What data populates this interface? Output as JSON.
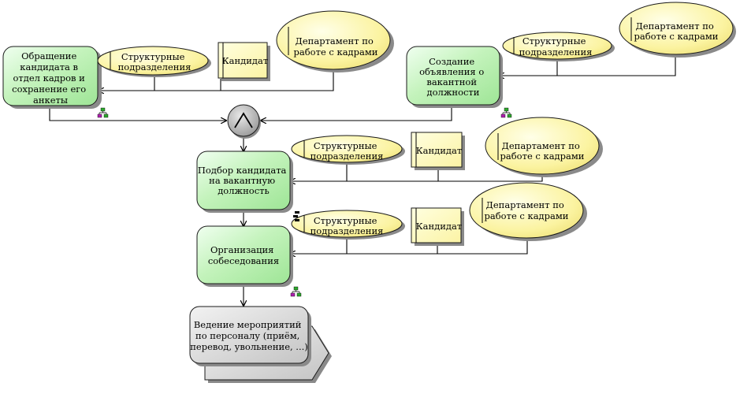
{
  "colors": {
    "function_fill": "#c8f5c0",
    "function_fill_light": "#e4fbe0",
    "function_stroke": "#1a1a1a",
    "org_fill": "#f7f0a0",
    "role_fill": "#ffffc0",
    "event_fill": "#d6d6d6",
    "shadow": "#8a8a8a",
    "line": "#000000",
    "connector_fill": "#b8b8b8",
    "hier_green": "#2ea82e",
    "hier_purple": "#b020b0"
  },
  "functions": {
    "f1": [
      "Обращение",
      "кандидата в",
      "отдел кадров и",
      "сохранение его",
      "анкеты"
    ],
    "f2": [
      "Создание",
      "объявления о",
      "вакантной",
      "должности"
    ],
    "f3": [
      "Подбор кандидата",
      "на вакантную",
      "должность"
    ],
    "f4": [
      "Организация",
      "собеседования"
    ]
  },
  "orgs": {
    "structural": [
      "Структурные",
      "подразделения"
    ],
    "hr_department": [
      "Департамент по",
      "работе с кадрами"
    ]
  },
  "roles": {
    "candidate": "Кандидат"
  },
  "connector": {
    "symbol": "∧"
  },
  "process_interface": [
    "Ведение мероприятий",
    "по персоналу (приём,",
    "перевод, увольнение, ...)"
  ]
}
